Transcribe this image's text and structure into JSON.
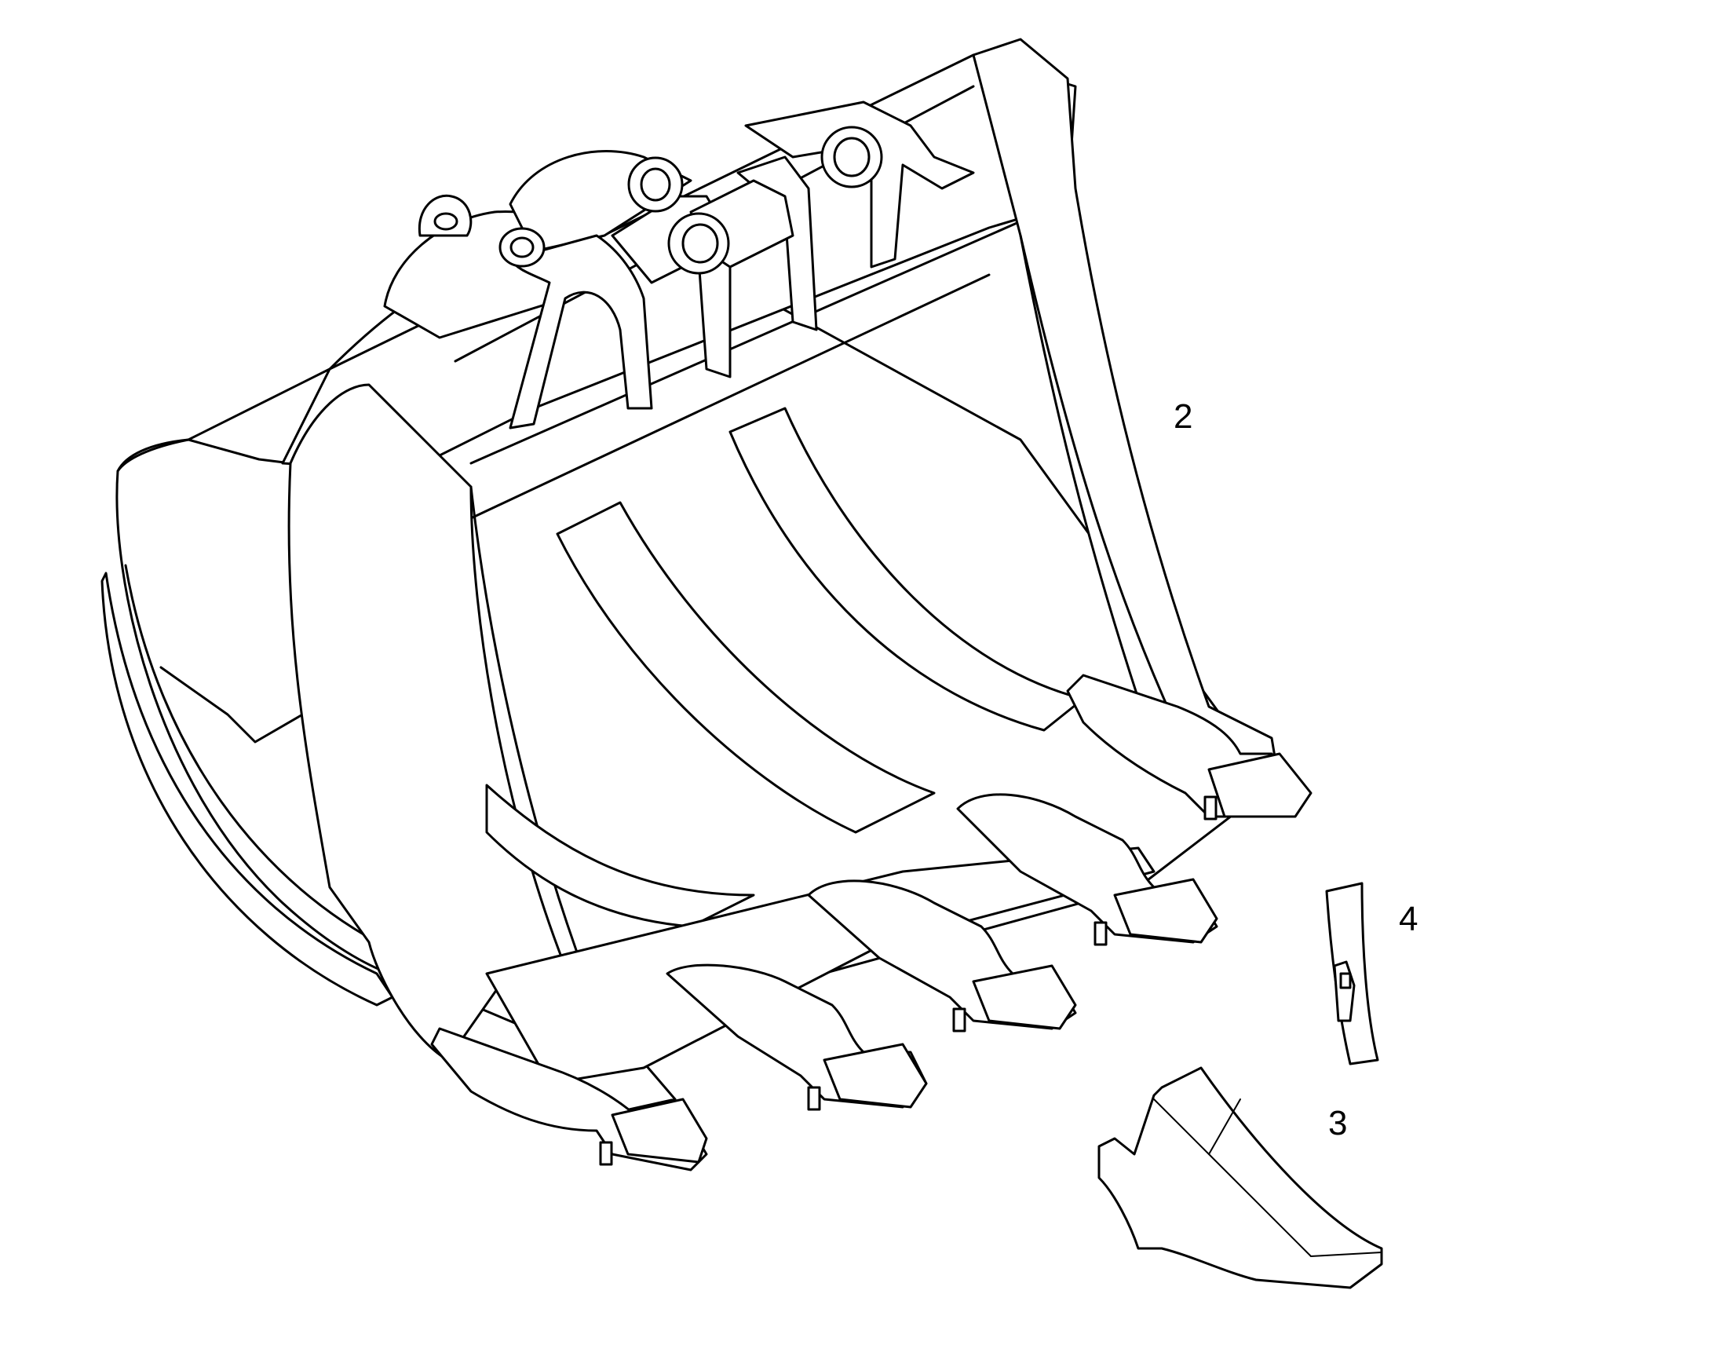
{
  "diagram": {
    "callouts": {
      "bucket": "2",
      "tooth_tip": "3",
      "retainer_pin": "4"
    },
    "line_color": "#000000",
    "background": "#ffffff"
  }
}
